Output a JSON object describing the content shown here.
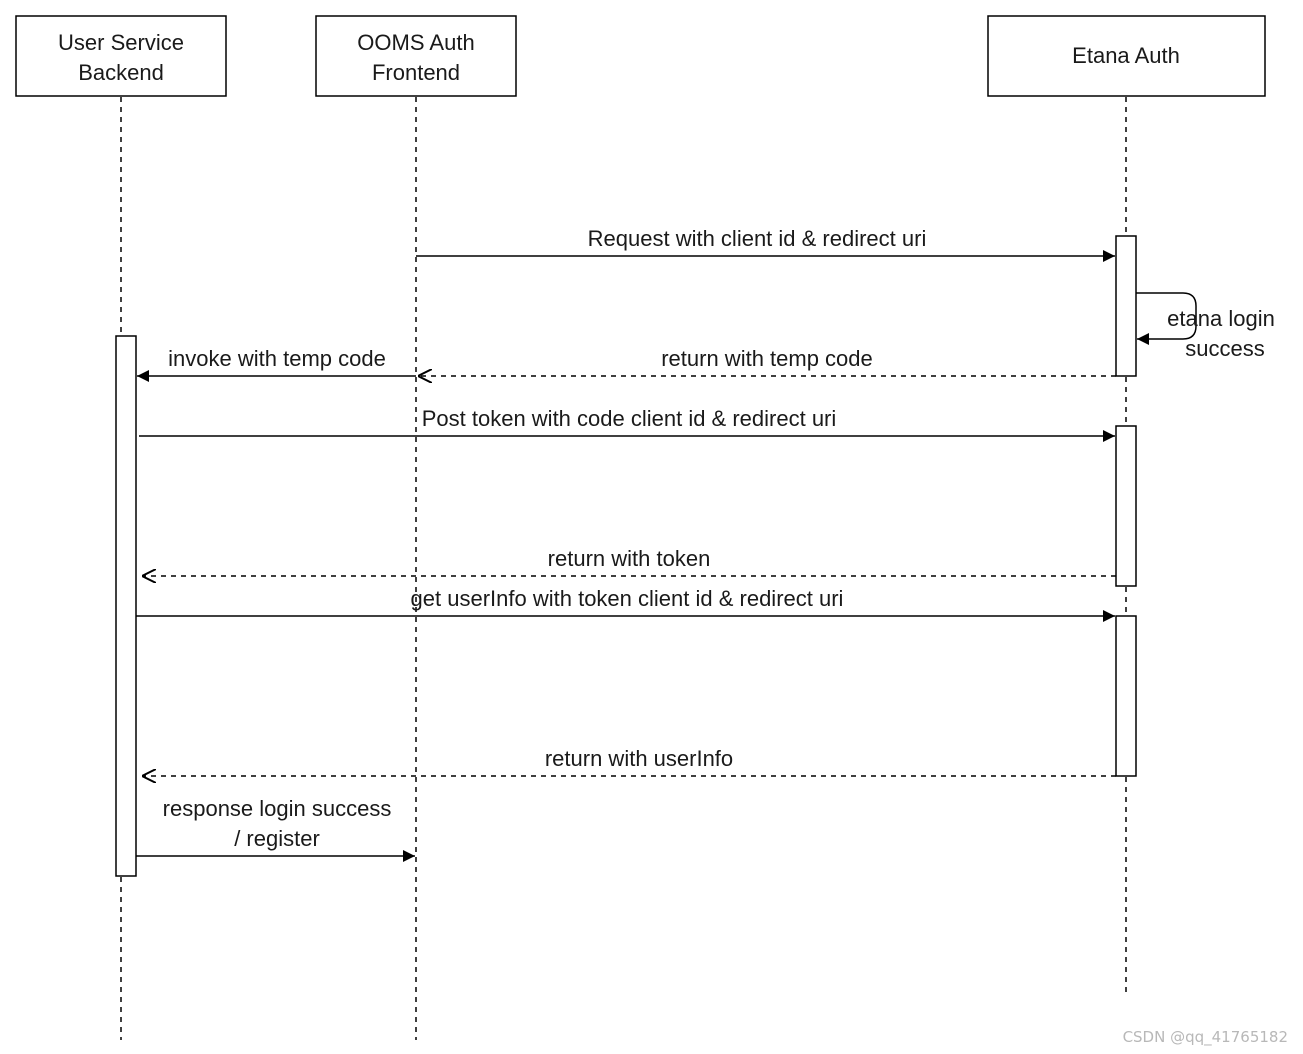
{
  "participants": [
    {
      "id": "user-service",
      "lines": [
        "User Service",
        "Backend"
      ]
    },
    {
      "id": "ooms",
      "lines": [
        "OOMS Auth",
        "Frontend"
      ]
    },
    {
      "id": "etana",
      "lines": [
        "Etana Auth"
      ]
    }
  ],
  "messages": [
    {
      "lines": [
        "Request with client id & redirect uri"
      ],
      "style": "solid"
    },
    {
      "lines": [
        "etana login",
        "success"
      ],
      "style": "self"
    },
    {
      "lines": [
        "return with temp code"
      ],
      "style": "dashed"
    },
    {
      "lines": [
        "invoke with temp code"
      ],
      "style": "solid"
    },
    {
      "lines": [
        "Post token with code client id & redirect uri"
      ],
      "style": "solid"
    },
    {
      "lines": [
        "return with token"
      ],
      "style": "dashed"
    },
    {
      "lines": [
        "get userInfo with token client id & redirect uri"
      ],
      "style": "solid"
    },
    {
      "lines": [
        "return with userInfo"
      ],
      "style": "dashed"
    },
    {
      "lines": [
        "response login success",
        "/ register"
      ],
      "style": "solid"
    }
  ],
  "watermark": "CSDN @qq_41765182",
  "colors": {
    "line": "#000000",
    "background": "#ffffff",
    "text": "#1a1a1a",
    "watermark": "#b8b8b8"
  }
}
